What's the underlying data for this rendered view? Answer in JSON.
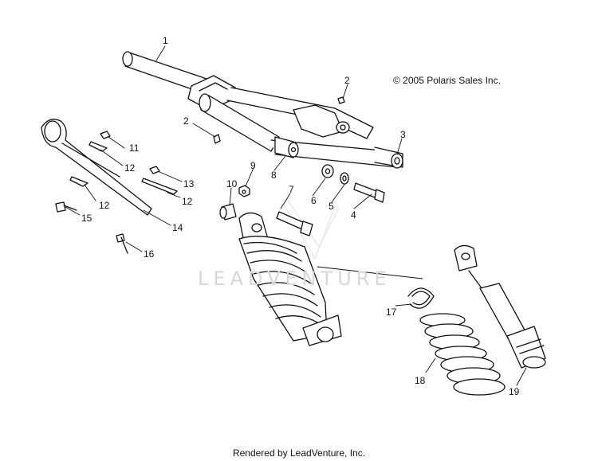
{
  "copyright": "© 2005 Polaris Sales Inc.",
  "footer": "Rendered by LeadVenture, Inc.",
  "watermark": "LEADVENTURE",
  "callouts": {
    "c1": "1",
    "c2a": "2",
    "c2b": "2",
    "c3": "3",
    "c4": "4",
    "c5": "5",
    "c6": "6",
    "c7": "7",
    "c8": "8",
    "c9": "9",
    "c10": "10",
    "c11": "11",
    "c12a": "12",
    "c12b": "12",
    "c12c": "12",
    "c13": "13",
    "c14": "14",
    "c15": "15",
    "c16": "16",
    "c17": "17",
    "c18": "18",
    "c19": "19"
  }
}
